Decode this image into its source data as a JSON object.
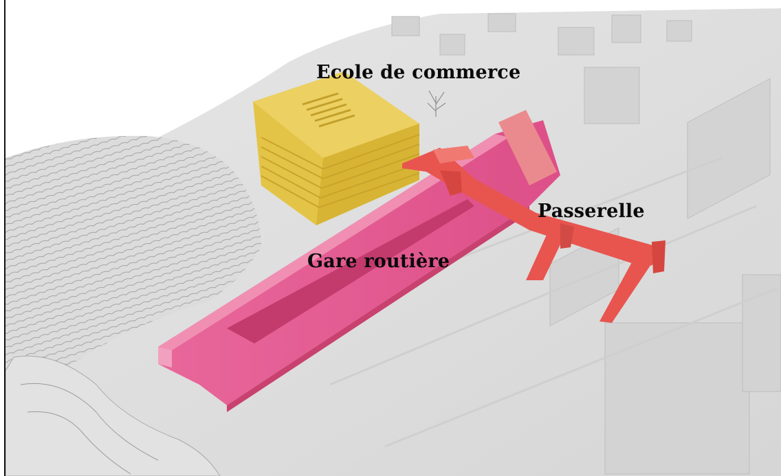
{
  "labels": {
    "school": "Ecole de commerce",
    "footbridge": "Passerelle",
    "bus_station": "Gare routière"
  },
  "colors": {
    "school": "#e3c243",
    "bus_station": "#e0588f",
    "footbridge": "#e8564f",
    "model_base": "#e9e9e9",
    "background": "#ffffff"
  }
}
